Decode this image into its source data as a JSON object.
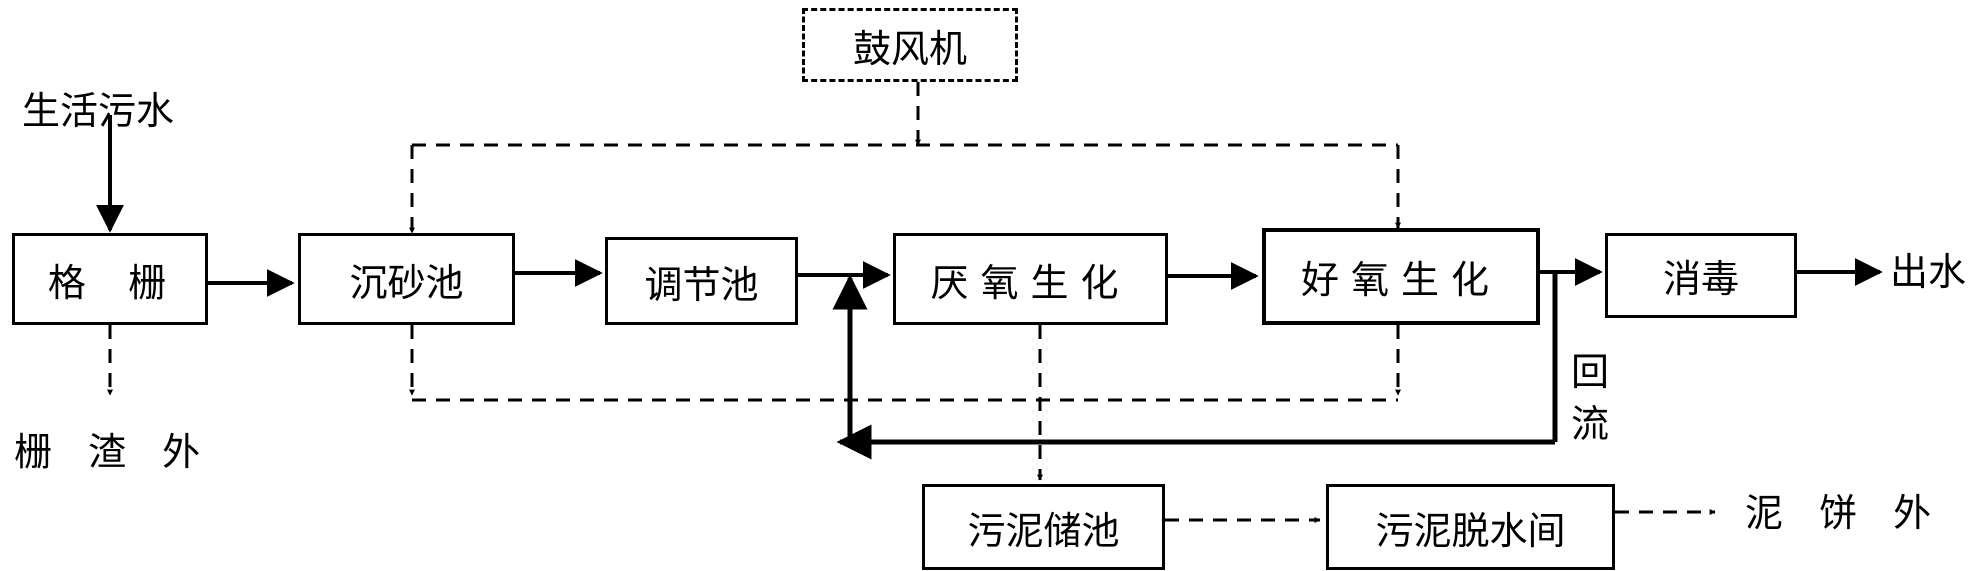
{
  "inputs": {
    "sewage": "生活污水"
  },
  "nodes": {
    "blower": "鼓风机",
    "screen": "格  栅",
    "grit_chamber": "沉砂池",
    "equalization_tank": "调节池",
    "anaerobic": "厌氧生化",
    "aerobic": "好氧生化",
    "disinfection": "消毒",
    "sludge_storage": "污泥储池",
    "sludge_dewatering": "污泥脱水间"
  },
  "outputs": {
    "effluent": "出水",
    "screenings": "栅 渣 外",
    "sludge_cake": "泥 饼 外",
    "return_flow": "回流"
  }
}
